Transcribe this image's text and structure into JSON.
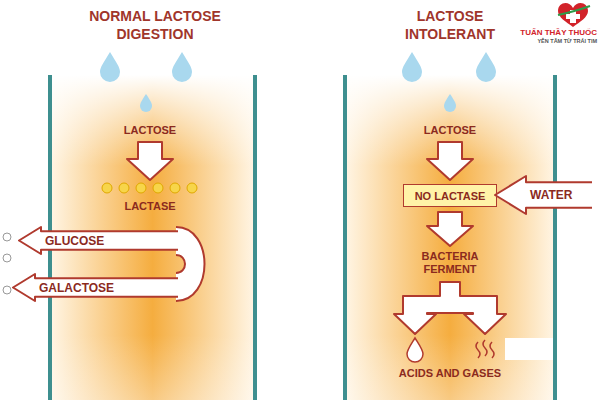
{
  "diagram": {
    "nodes": [
      {
        "text": [
          "NORMAL LACTOSE DIGESTION"
        ]
      },
      {
        "text": [
          "GLUCOSE"
        ]
      },
      {
        "text": [
          "GALACTOSE"
        ]
      },
      {
        "text": [
          "LACTOSE INTOLERANT"
        ]
      },
      {
        "text": [
          "NO LACTASE"
        ],
        "in": 3
      },
      {
        "text": [
          "WATER"
        ]
      }
    ],
    "labels": [
      "LACTOSE",
      "LACTASE",
      "LACTOSE",
      "BACTERIA FERMENT",
      "ACIDS AND GASES",
      "TUẤN THẦY THUỐC",
      "YÊN TÂM TỪ TRÁI TIM"
    ]
  }
}
